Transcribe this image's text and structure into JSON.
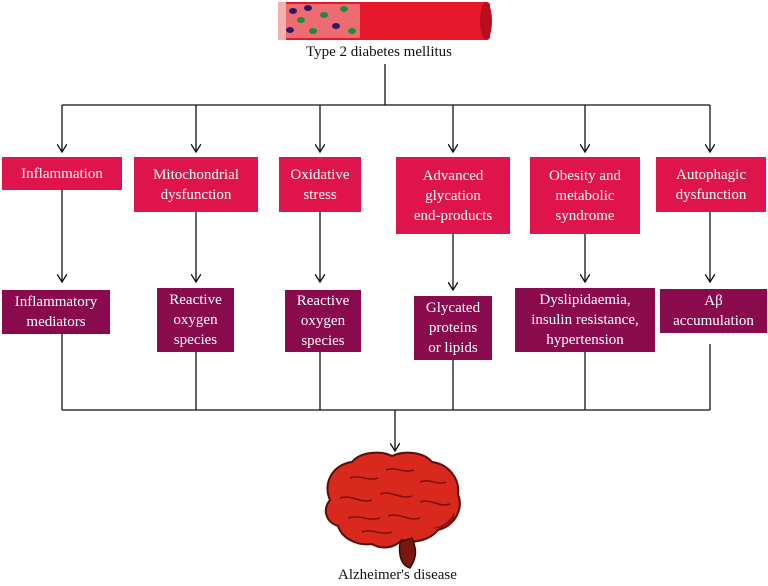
{
  "source_label": "Type 2 diabetes mellitus",
  "outcome_label": "Alzheimer's disease",
  "pathways": [
    {
      "cause": "Inflammation",
      "effect": "Inflammatory\nmediators"
    },
    {
      "cause": "Mitochondrial\ndysfunction",
      "effect": "Reactive\noxygen\nspecies"
    },
    {
      "cause": "Oxidative\nstress",
      "effect": "Reactive\noxygen\nspecies"
    },
    {
      "cause": "Advanced\nglycation\nend-products",
      "effect": "Glycated\nproteins\nor lipids"
    },
    {
      "cause": "Obesity and\nmetabolic\nsyndrome",
      "effect": "Dyslipidaemia,\ninsulin resistance,\nhypertension"
    },
    {
      "cause": "Autophagic\ndysfunction",
      "effect": "Aβ\naccumulation"
    }
  ],
  "colors": {
    "cause_box": "#e0144c",
    "effect_box": "#8a0a4e",
    "connector": "#111111",
    "vessel": "#e8182c",
    "brain": "#d9281e"
  },
  "icons": [
    "blood-vessel-icon",
    "brain-icon"
  ]
}
